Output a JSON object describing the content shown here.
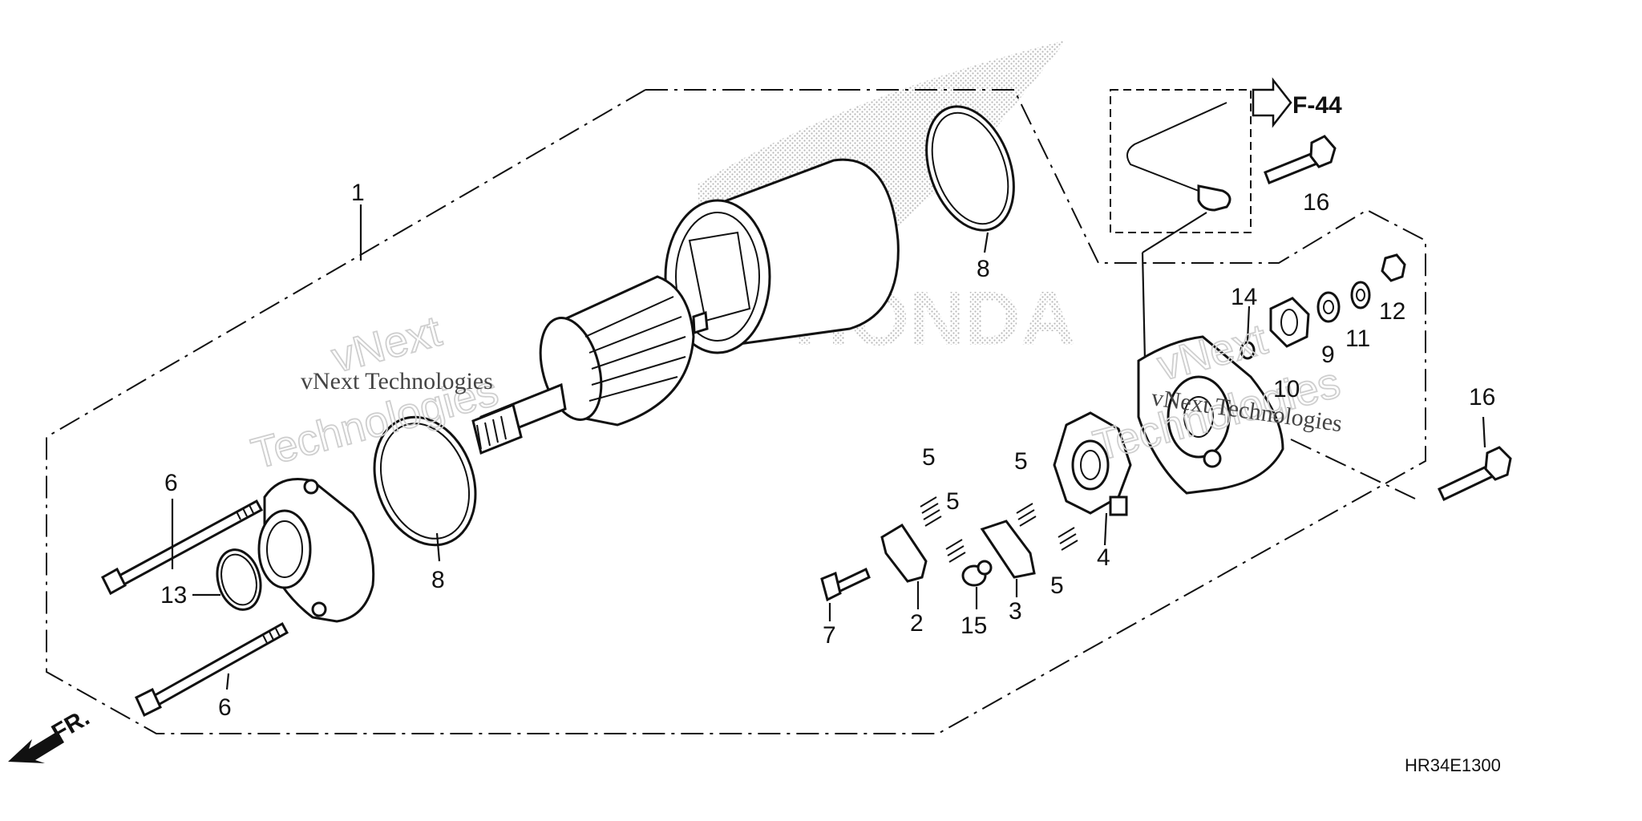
{
  "labels": {
    "p1": "1",
    "p2": "2",
    "p3": "3",
    "p4": "4",
    "p5": "5",
    "p6": "6",
    "p7": "7",
    "p8": "8",
    "p9": "9",
    "p10": "10",
    "p11": "11",
    "p12": "12",
    "p13": "13",
    "p14": "14",
    "p15": "15",
    "p16": "16"
  },
  "ref_arrow": "F-44",
  "front_arrow": "FR.",
  "diagram_code": "HR34E1300",
  "watermarks": {
    "line1": "vNext",
    "line2": "Technologies",
    "small": "vNext Technologies",
    "right_line1": "vNext",
    "right_line2": "Technologies",
    "right_small": "vNext Technologies"
  },
  "logo_text": "HONDA",
  "colors": {
    "line": "#111111",
    "watermark": "#cfcfcf",
    "logo_dots": "#bdbdbd"
  }
}
